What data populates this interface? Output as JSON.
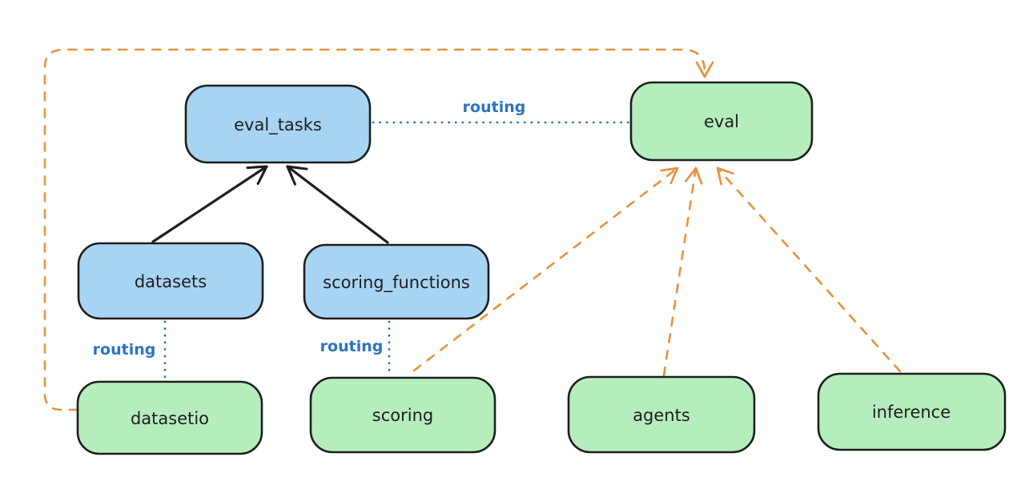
{
  "colors": {
    "background": "#ffffff",
    "blue_fill": "#a8d4f3",
    "green_fill": "#b6edbd",
    "stroke": "#1e1e1e",
    "orange": "#e8913c",
    "routing_blue": "#2b74c0"
  },
  "nodes": [
    {
      "id": "eval_tasks",
      "label": "eval_tasks",
      "color": "blue"
    },
    {
      "id": "eval",
      "label": "eval",
      "color": "green"
    },
    {
      "id": "datasets",
      "label": "datasets",
      "color": "blue"
    },
    {
      "id": "scoring_functions",
      "label": "scoring_functions",
      "color": "blue"
    },
    {
      "id": "datasetio",
      "label": "datasetio",
      "color": "green"
    },
    {
      "id": "scoring",
      "label": "scoring",
      "color": "green"
    },
    {
      "id": "agents",
      "label": "agents",
      "color": "green"
    },
    {
      "id": "inference",
      "label": "inference",
      "color": "green"
    }
  ],
  "edges": [
    {
      "from": "datasets",
      "to": "eval_tasks",
      "style": "solid-black-arrow",
      "label": ""
    },
    {
      "from": "scoring_functions",
      "to": "eval_tasks",
      "style": "solid-black-arrow",
      "label": ""
    },
    {
      "from": "eval_tasks",
      "to": "eval",
      "style": "dotted-blue",
      "label": "routing"
    },
    {
      "from": "datasets",
      "to": "datasetio",
      "style": "dotted-blue",
      "label": "routing"
    },
    {
      "from": "scoring_functions",
      "to": "scoring",
      "style": "dotted-blue",
      "label": "routing"
    },
    {
      "from": "datasetio",
      "to": "eval",
      "style": "dashed-orange-arrow",
      "label": ""
    },
    {
      "from": "scoring",
      "to": "eval",
      "style": "dashed-orange-arrow",
      "label": ""
    },
    {
      "from": "agents",
      "to": "eval",
      "style": "dashed-orange-arrow",
      "label": ""
    },
    {
      "from": "inference",
      "to": "eval",
      "style": "dashed-orange-arrow",
      "label": ""
    }
  ]
}
